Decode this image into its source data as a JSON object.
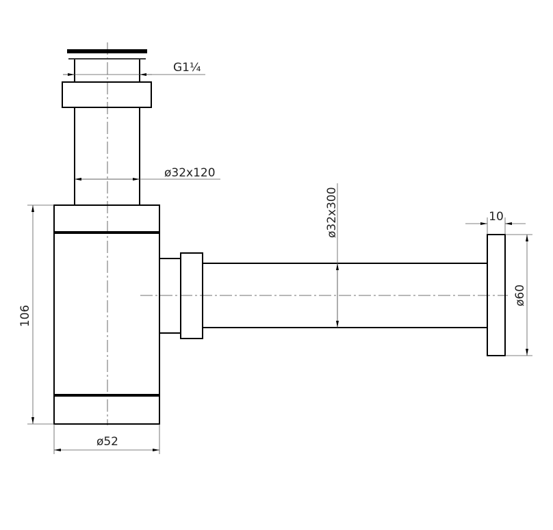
{
  "dimensions": {
    "thread": "G1¼",
    "vertical_tube": "ø32x120",
    "horizontal_pipe": "ø32x300",
    "body_height": "106",
    "body_diameter": "ø52",
    "flange_thickness": "10",
    "flange_diameter": "ø60"
  }
}
